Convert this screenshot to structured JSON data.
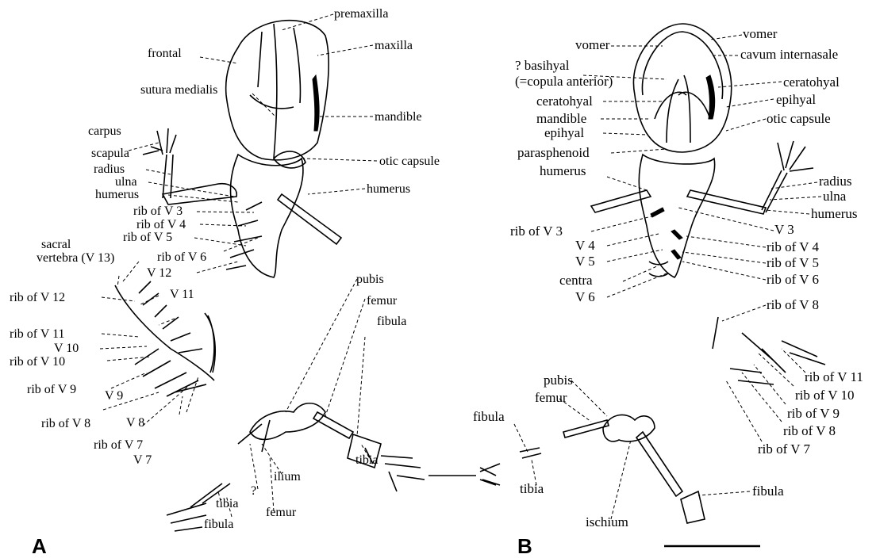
{
  "panels": {
    "a": "A",
    "b": "B"
  },
  "labels_a": {
    "premaxilla": "premaxilla",
    "maxilla": "maxilla",
    "frontal": "frontal",
    "sutura_medialis": "sutura medialis",
    "mandible": "mandible",
    "carpus": "carpus",
    "scapula": "scapula",
    "otic_capsule": "otic capsule",
    "radius": "radius",
    "ulna": "ulna",
    "humerus_left": "humerus",
    "humerus_right": "humerus",
    "rib_v3": "rib of V 3",
    "rib_v4": "rib of V 4",
    "rib_v5": "rib of V 5",
    "sacral_1": "sacral",
    "sacral_2": "vertebra (V 13)",
    "rib_v6": "rib of V 6",
    "v12": "V 12",
    "rib_v12": "rib of V 12",
    "v11": "V 11",
    "rib_v11": "rib of V 11",
    "v10": "V 10",
    "rib_v10": "rib of V 10",
    "rib_v9": "rib of V 9",
    "v9": "V 9",
    "rib_v8": "rib of V 8",
    "v8": "V 8",
    "rib_v7": "rib of V 7",
    "v7": "V 7",
    "pubis": "pubis",
    "femur_right": "femur",
    "fibula_right": "fibula",
    "tibia_mid": "tibia",
    "ilium": "ilium",
    "question": "?",
    "femur_low": "femur",
    "tibia_low": "tibia",
    "fibula_low": "fibula"
  },
  "labels_b": {
    "vomer_top": "vomer",
    "vomer_left": "vomer",
    "cavum": "cavum  internasale",
    "basihyal_1": "? basihyal",
    "basihyal_2": "(=copula anterior)",
    "ceratohyal_left": "ceratohyal",
    "ceratohyal_right": "ceratohyal",
    "epihyal_right": "epihyal",
    "mandible": "mandible",
    "otic_capsule": "otic capsule",
    "epihyal_left": "epihyal",
    "parasphenoid": "parasphenoid",
    "humerus_left": "humerus",
    "radius": "radius",
    "ulna": "ulna",
    "humerus_right": "humerus",
    "rib_v3": "rib of V 3",
    "v3": "V 3",
    "v4": "V 4",
    "rib_v4": "rib of V 4",
    "v5": "V 5",
    "rib_v5": "rib of V 5",
    "centra": "centra",
    "rib_v6": "rib of V 6",
    "v6": "V 6",
    "rib_v8_top": "rib of V 8",
    "rib_v11": "rib of V 11",
    "rib_v10": "rib of V 10",
    "rib_v9": "rib of V 9",
    "rib_v8": "rib of V 8",
    "rib_v7": "rib of V 7",
    "pubis": "pubis",
    "femur": "femur",
    "fibula_left": "fibula",
    "tibia": "tibia",
    "ischium": "ischium",
    "fibula_right": "fibula"
  }
}
